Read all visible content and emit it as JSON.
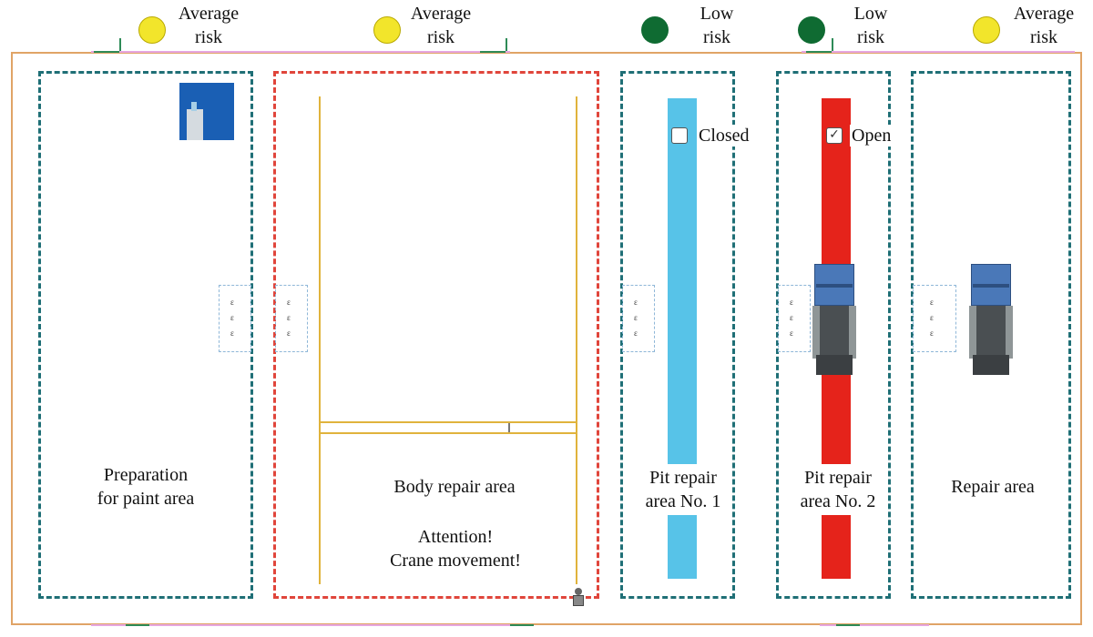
{
  "colors": {
    "average_risk": "#f2e52b",
    "low_risk": "#0f6b32",
    "zone_border": "#1f6f76",
    "zone_alert": "#e0453b",
    "pit_closed": "#57c3e8",
    "pit_open": "#e5231b",
    "crane_rail": "#e0b33c",
    "building_wall": "#e0a466",
    "building_wall_pink": "#e6a6e0",
    "door": "#2e8b57"
  },
  "risk_indicators": [
    {
      "level": "average",
      "label": "Average\nrisk"
    },
    {
      "level": "average",
      "label": "Average\nrisk"
    },
    {
      "level": "low",
      "label": "Low\nrisk"
    },
    {
      "level": "low",
      "label": "Low\nrisk"
    },
    {
      "level": "average",
      "label": "Average\nrisk"
    }
  ],
  "zones": {
    "paint_prep": {
      "label": "Preparation\nfor paint area",
      "icon": "paint-booth-icon"
    },
    "body_repair": {
      "label": "Body repair area",
      "warning": "Attention!\nCrane movement!",
      "icon": "worker-icon"
    },
    "pit1": {
      "label": "Pit repair\narea No. 1",
      "pit_status": "Closed",
      "pit_checked": false
    },
    "pit2": {
      "label": "Pit repair\narea No. 2",
      "pit_status": "Open",
      "pit_checked": true,
      "icon": "truck-icon"
    },
    "repair": {
      "label": "Repair area",
      "icon": "truck-icon"
    }
  },
  "icons": {
    "outlet": "power-outlet-icon",
    "check": "✓"
  }
}
